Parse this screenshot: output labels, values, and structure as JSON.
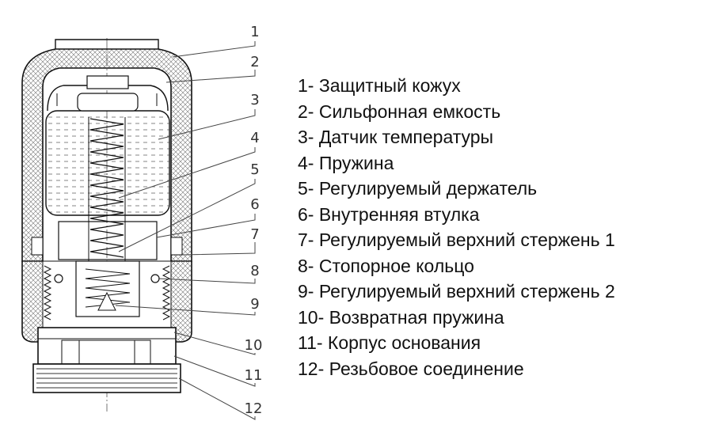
{
  "diagram": {
    "callouts": [
      "1",
      "2",
      "3",
      "4",
      "5",
      "6",
      "7",
      "8",
      "9",
      "10",
      "11",
      "12"
    ]
  },
  "legend": {
    "items": [
      "1-  Защитный кожух",
      "2-  Сильфонная емкость",
      "3-  Датчик температуры",
      "4-  Пружина",
      "5-  Регулируемый держатель",
      "6-  Внутренняя втулка",
      "7-  Регулируемый верхний стержень 1",
      "8-  Стопорное кольцо",
      "9-  Регулируемый верхний стержень 2",
      "10- Возвратная пружина",
      "11- Корпус основания",
      "12- Резьбовое соединение"
    ]
  }
}
